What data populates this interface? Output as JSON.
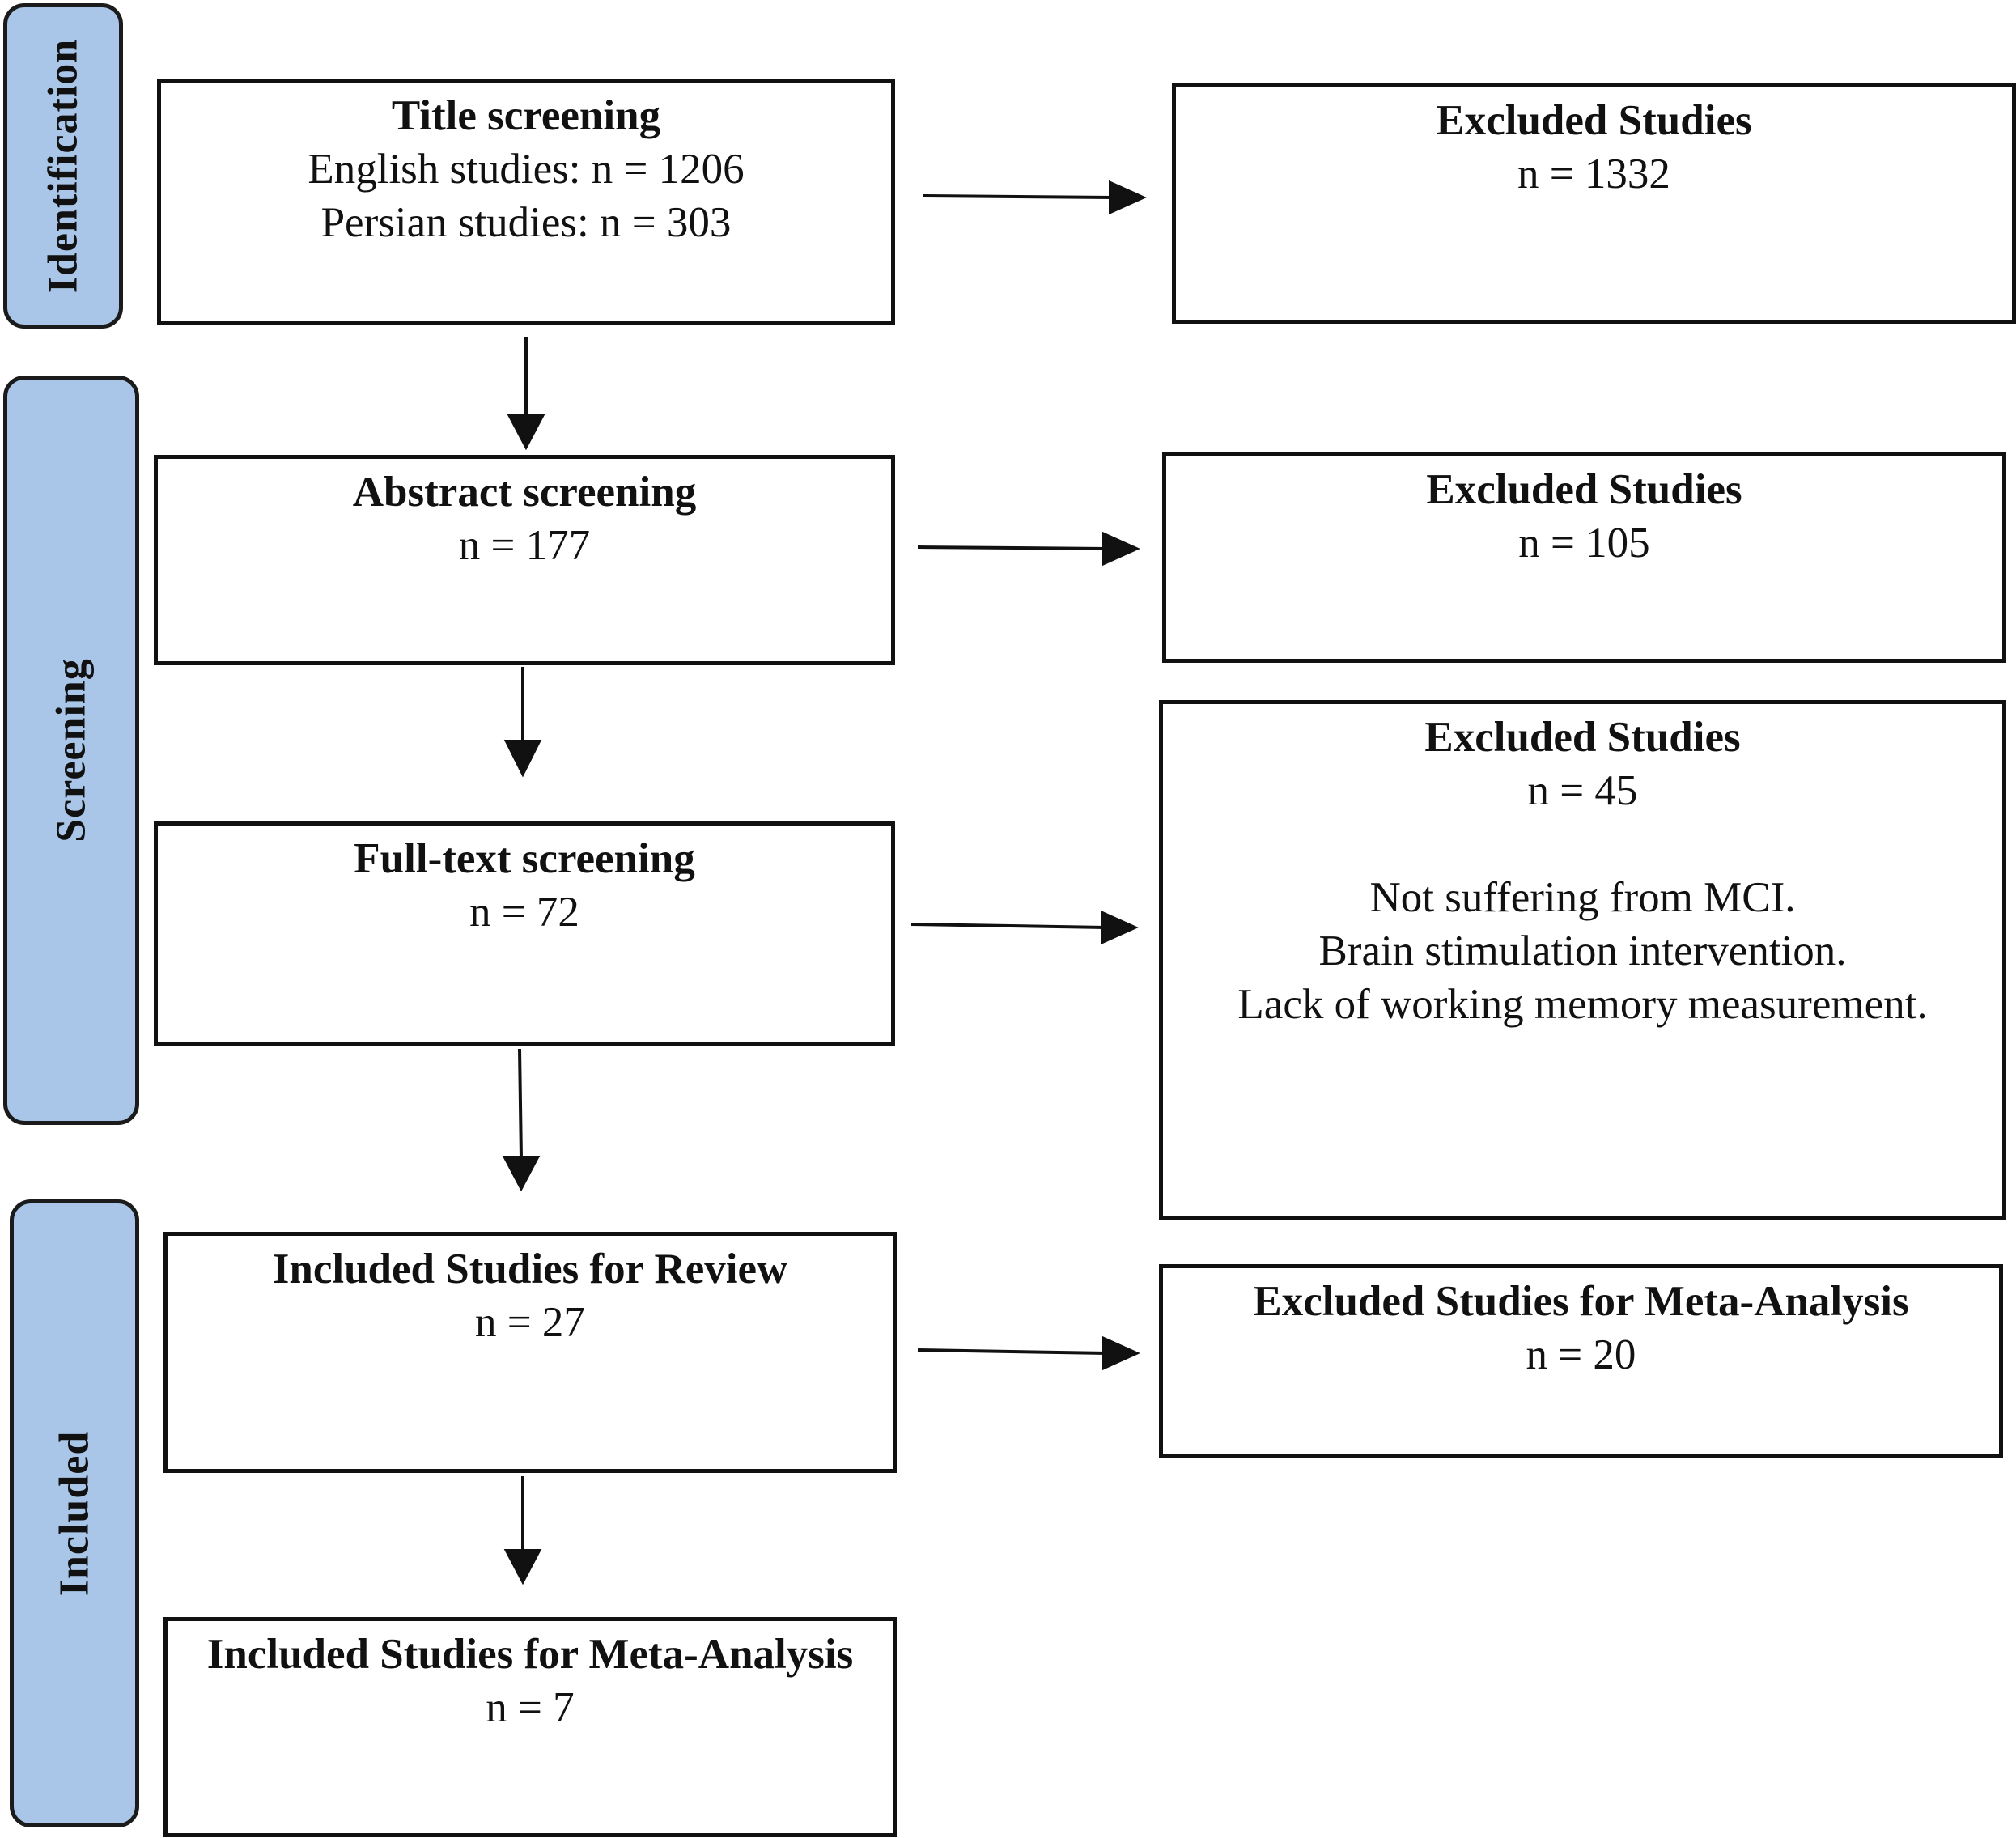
{
  "phases": {
    "identification": "Identification",
    "screening": "Screening",
    "included": "Included"
  },
  "boxes": {
    "title": {
      "heading": "Title screening",
      "line1": "English studies: n = 1206",
      "line2": "Persian studies: n = 303"
    },
    "abstract": {
      "heading": "Abstract screening",
      "count": "n = 177"
    },
    "fulltext": {
      "heading": "Full-text screening",
      "count": "n = 72"
    },
    "review": {
      "heading": "Included Studies  for Review",
      "count": "n = 27"
    },
    "meta": {
      "heading": "Included Studies  for Meta-Analysis",
      "count": "n = 7"
    },
    "excluded_title": {
      "heading": "Excluded Studies",
      "count": "n = 1332"
    },
    "excluded_abstract": {
      "heading": "Excluded Studies",
      "count": "n = 105"
    },
    "excluded_fulltext": {
      "heading": "Excluded Studies",
      "count": "n = 45",
      "reasons": [
        "Not suffering from MCI.",
        "Brain stimulation intervention.",
        "Lack of working memory measurement."
      ]
    },
    "excluded_meta": {
      "heading": "Excluded Studies for Meta-Analysis",
      "count": "n = 20"
    }
  }
}
